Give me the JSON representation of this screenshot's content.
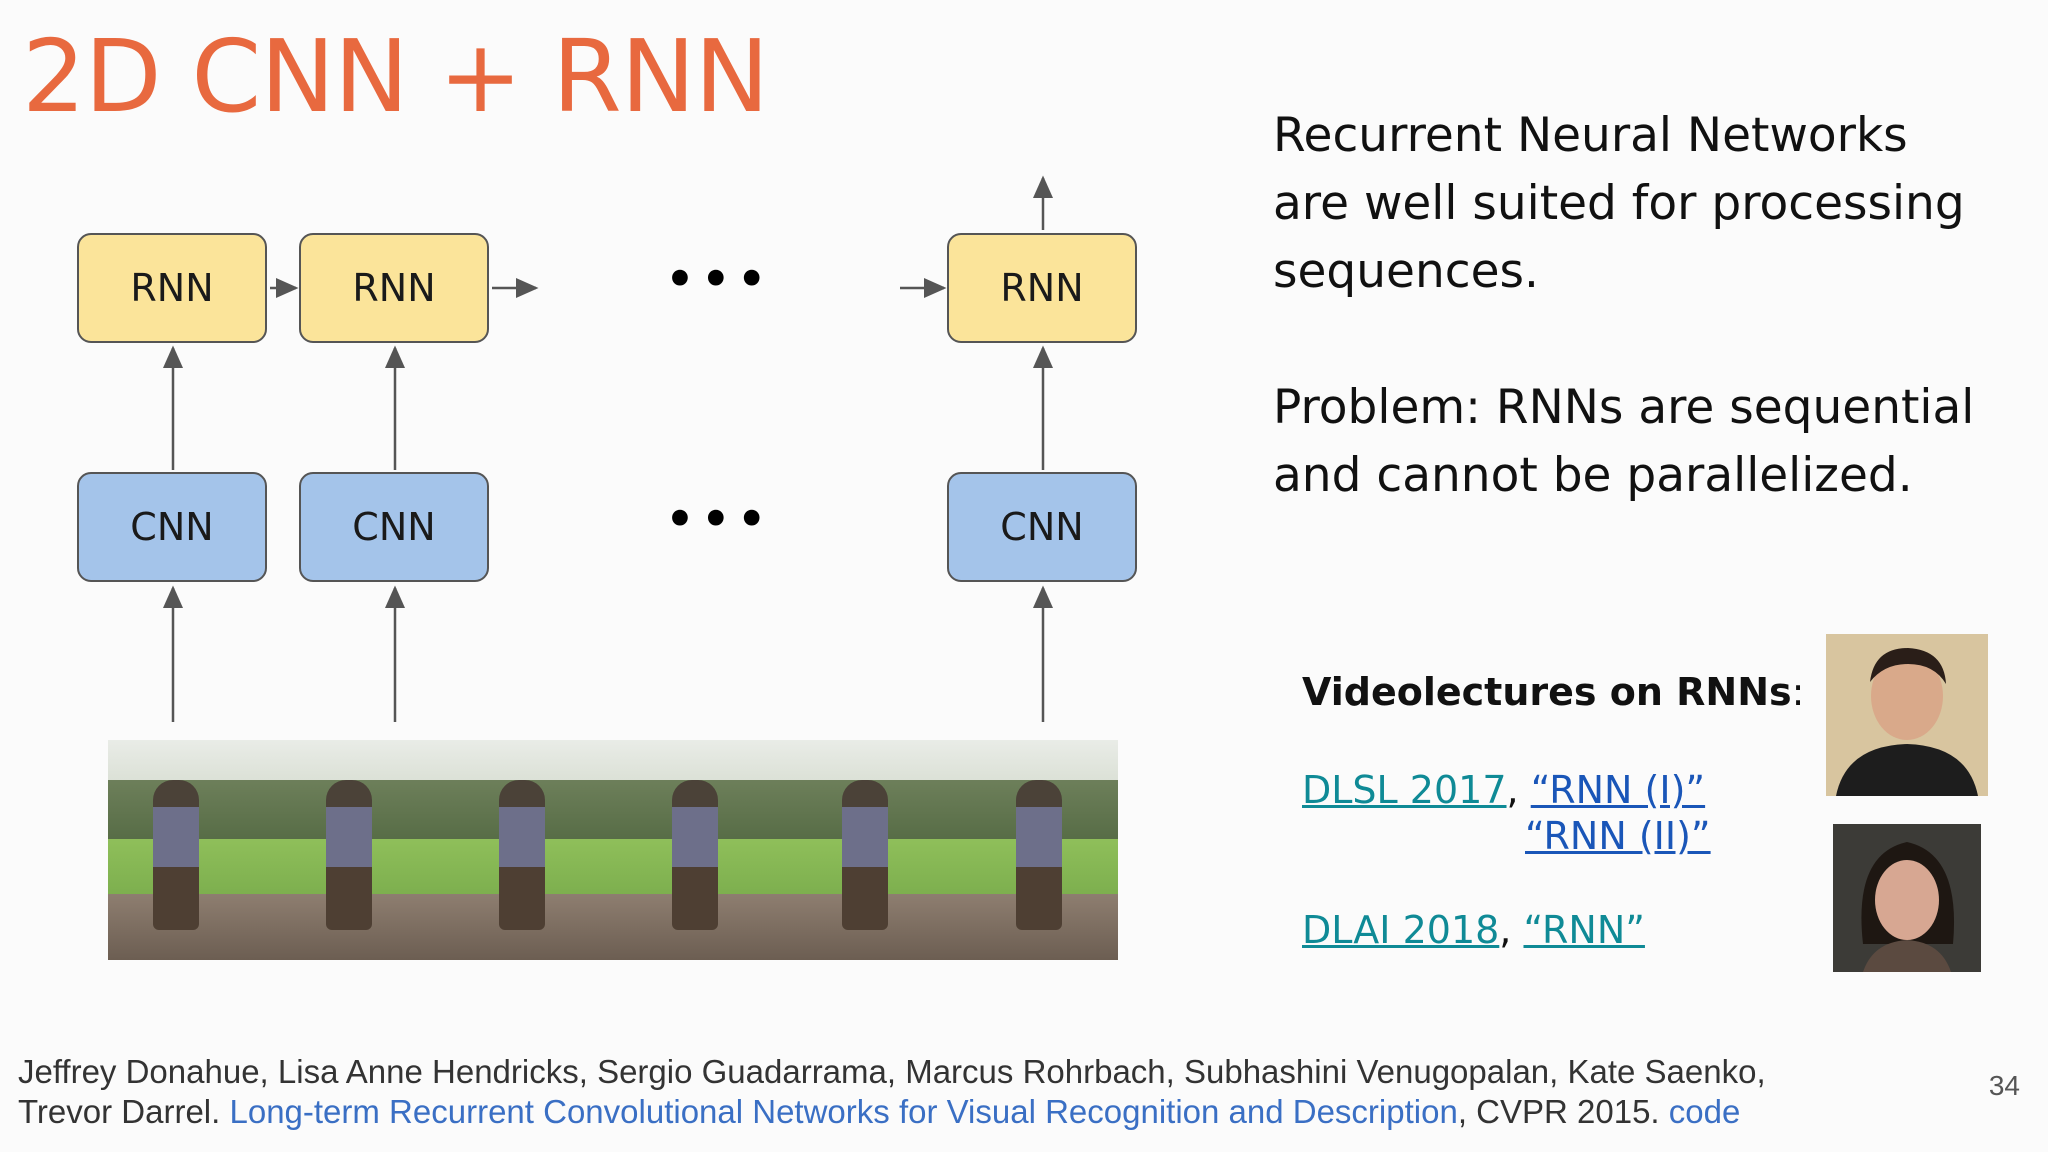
{
  "slide": {
    "title": "2D CNN + RNN",
    "page_number": "34"
  },
  "diagram": {
    "rnn_label": "RNN",
    "cnn_label": "CNN",
    "ellipsis": "•••"
  },
  "text": {
    "line1": "Recurrent Neural Networks",
    "line2": "are well suited for processing",
    "line3": "sequences.",
    "line4": "Problem: RNNs are sequential",
    "line5": "and cannot be parallelized."
  },
  "lectures": {
    "heading": "Videolectures on RNNs",
    "heading_colon": ":",
    "dlsl": "DLSL 2017",
    "comma": ",",
    "rnn1": "“RNN (I)”",
    "rnn2": "“RNN (II)”",
    "dlai": "DLAI 2018",
    "rnn3": "“RNN”"
  },
  "footer": {
    "authors_line1": "Jeffrey Donahue, Lisa Anne Hendricks, Sergio Guadarrama, Marcus Rohrbach, Subhashini Venugopalan, Kate Saenko,",
    "authors_line2": "Trevor Darrel.",
    "paper_title": "Long-term Recurrent Convolutional Networks for Visual Recognition and Description",
    "venue": ", CVPR 2015.",
    "code": "code"
  },
  "colors": {
    "title": "#e8693f",
    "rnn_box": "#fbe49a",
    "cnn_box": "#a4c4ea",
    "link_teal": "#0f8a96",
    "link_blue": "#1a56b8"
  }
}
